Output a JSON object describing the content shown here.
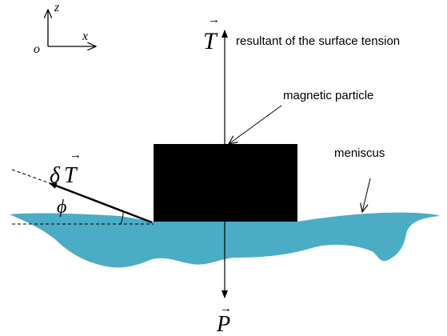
{
  "axes": {
    "origin": "o",
    "x": "x",
    "z": "z"
  },
  "symbols": {
    "tension": "T",
    "weight": "P",
    "delta": "δ",
    "angle": "ϕ",
    "vector_arrow": "→"
  },
  "labels": {
    "resultant": "resultant of the surface tension",
    "particle": "magnetic particle",
    "meniscus": "meniscus"
  },
  "colors": {
    "liquid": "#4bacc6",
    "particle": "#000000",
    "stroke": "#000000"
  }
}
